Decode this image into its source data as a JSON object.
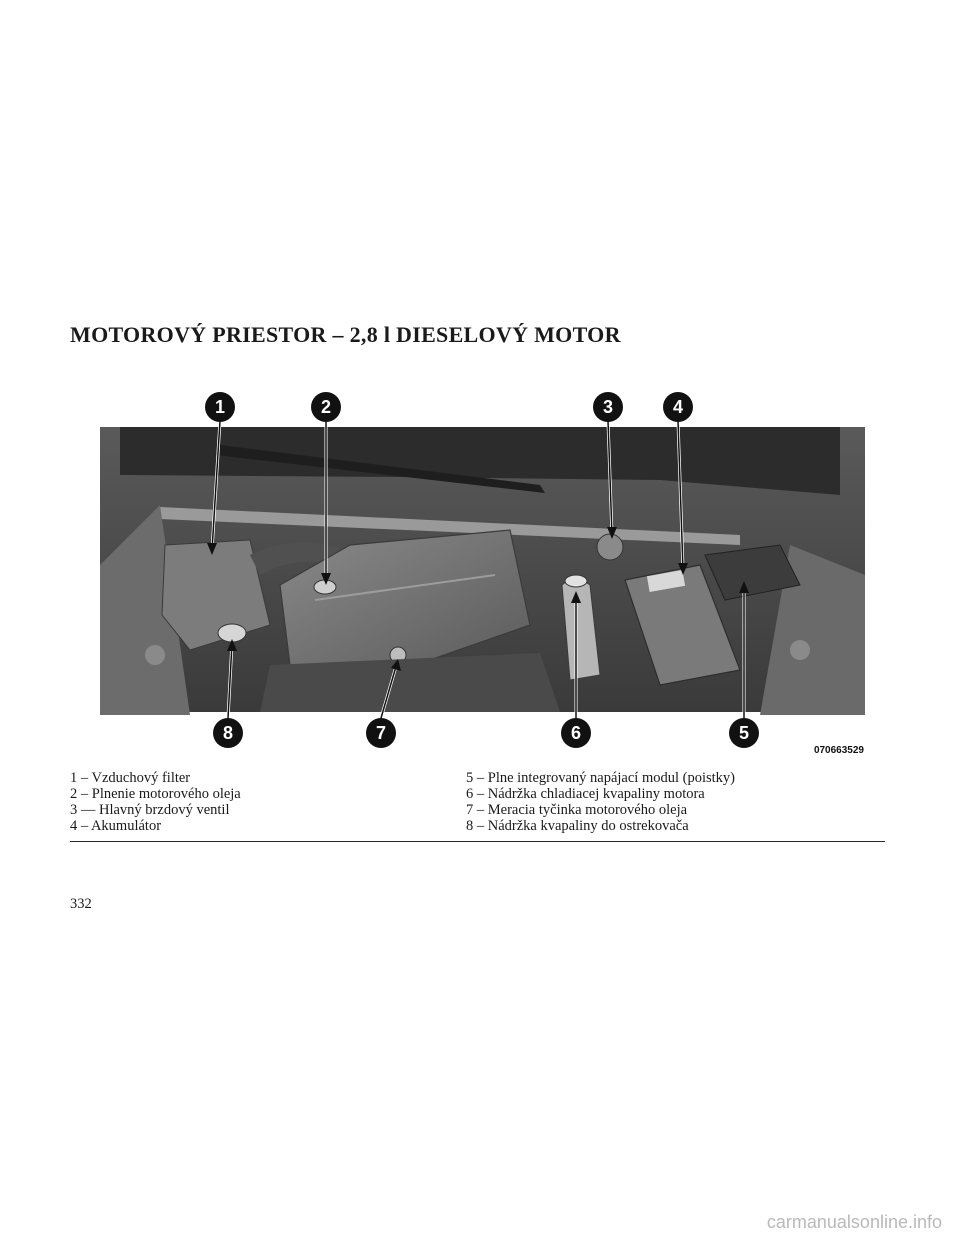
{
  "section": {
    "title": "MOTOROVÝ PRIESTOR – 2,8 l DIESELOVÝ MOTOR"
  },
  "figure": {
    "id": "070663529",
    "callouts": [
      "1",
      "2",
      "3",
      "4",
      "5",
      "6",
      "7",
      "8"
    ]
  },
  "legend": {
    "left": [
      "1 – Vzduchový filter",
      "2 – Plnenie motorového oleja",
      "3 — Hlavný brzdový ventil",
      "4 – Akumulátor"
    ],
    "right": [
      "5 – Plne integrovaný napájací modul (poistky)",
      "6 – Nádržka chladiacej kvapaliny motora",
      "7 – Meracia tyčinka motorového oleja",
      "8 – Nádržka kvapaliny do ostrekovača"
    ]
  },
  "page_number": "332",
  "watermark": "carmanualsonline.info"
}
